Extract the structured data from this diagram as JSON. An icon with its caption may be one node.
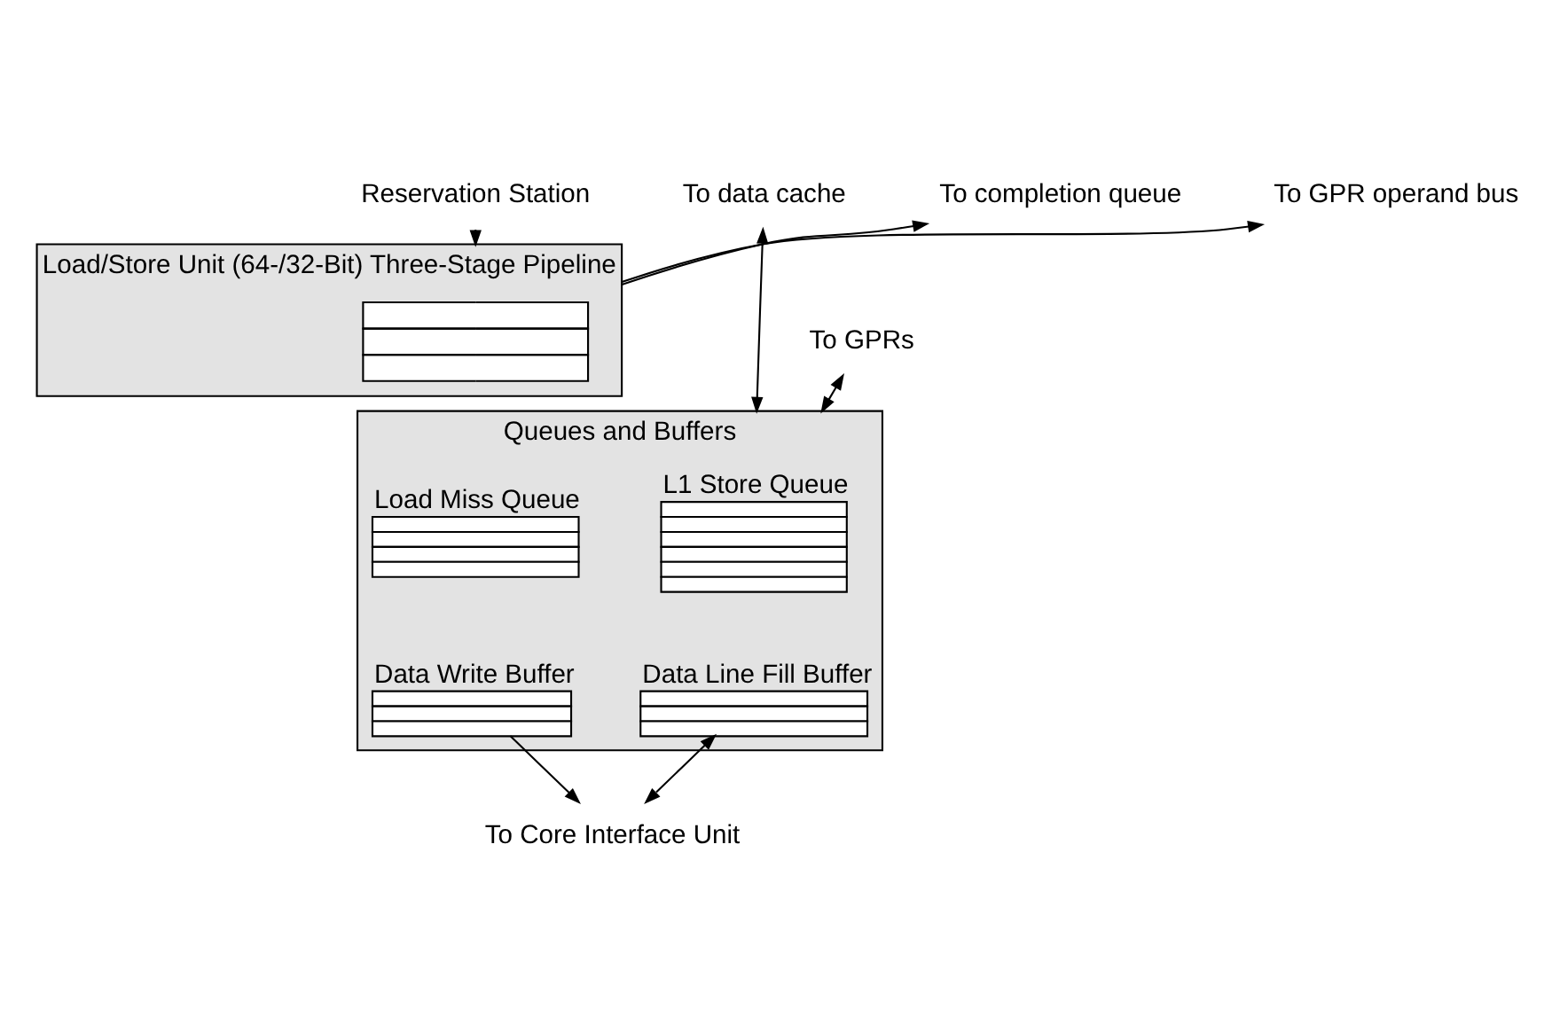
{
  "diagram": {
    "nodes": [
      {
        "text": [
          "Reservation Station"
        ]
      },
      {
        "text": [
          "Load/Store Unit (64-/32-Bit) Three-Stage Pipeline"
        ]
      },
      {
        "text": [],
        "shape": "box",
        "in": 1
      },
      {
        "text": [
          "Queues and Buffers"
        ]
      },
      {
        "text": [
          "L1 Store Queue"
        ],
        "in": 3
      },
      {
        "text": [
          "Load Miss Queue"
        ],
        "in": 3
      },
      {
        "text": [
          "Data Line Fill Buffer"
        ],
        "in": 3
      },
      {
        "text": [
          "Data Write Buffer"
        ],
        "in": 3
      },
      {
        "text": [
          "To completion queue"
        ]
      },
      {
        "text": [
          "To GPR operand bus"
        ]
      },
      {
        "text": [
          "To GPRs"
        ]
      },
      {
        "text": [
          "To data cache"
        ]
      },
      {
        "text": [
          "To Core Interface Unit"
        ]
      }
    ],
    "edges": [
      {
        "from": 0,
        "to": 1,
        "arrow": "to"
      },
      {
        "from": 1,
        "to": 8,
        "arrow": "to"
      },
      {
        "from": 1,
        "to": 9,
        "arrow": "to"
      },
      {
        "from": 10,
        "to": 3,
        "arrow": "both"
      },
      {
        "from": 3,
        "to": 11,
        "arrow": "both"
      },
      {
        "from": 6,
        "to": 12,
        "arrow": "both"
      },
      {
        "from": 7,
        "to": 12,
        "arrow": "to"
      }
    ]
  }
}
